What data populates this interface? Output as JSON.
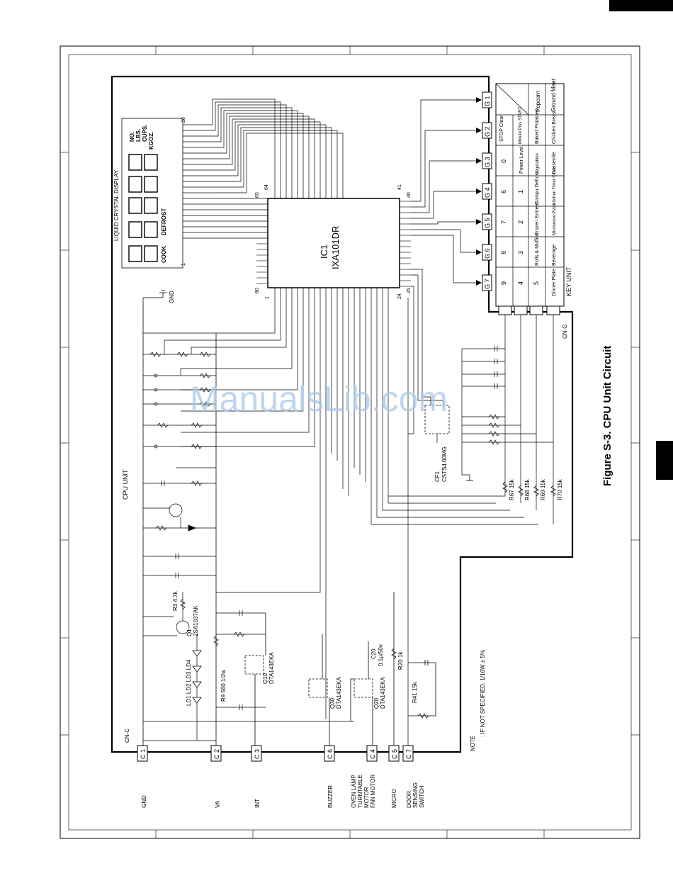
{
  "figure_title": "Figure S-3. CPU Unit Circuit",
  "watermark": "ManualsLib.com",
  "note": {
    "heading": "NOTE",
    "text": ": IF NOT SPECIFIED, 1/16W ± 5%"
  },
  "board_labels": {
    "cpu_unit": "CPU UNIT",
    "key_unit": "KEY UNIT",
    "lcd": "LIQUID CRYSTAL DISPLAY",
    "gnd": "GND",
    "cn_c": "CN-C",
    "cn_g": "CN-G"
  },
  "ic": {
    "ref": "IC1",
    "part": "IXA101DR",
    "pin_1": "1",
    "pin_80": "80",
    "pin_65": "65",
    "pin_64": "64",
    "pin_41": "41",
    "pin_40": "40",
    "pin_25": "25",
    "pin_24": "24"
  },
  "lcd_segments": {
    "units": [
      "NO.",
      "LBS.",
      "CUPS.",
      "KGOZ."
    ],
    "cook": "COOK",
    "defrost": "DEFROST",
    "pin_26": "26",
    "pin_1": "1"
  },
  "connectors_c": [
    {
      "pin": "C 1",
      "label": "GND"
    },
    {
      "pin": "C 2",
      "label": "VA"
    },
    {
      "pin": "C 3",
      "label": "INT"
    },
    {
      "pin": "C 6",
      "label": "BUZZER"
    },
    {
      "pin": "C 4",
      "label": "OVEN LAMP TURNTABLE MOTOR FAN MOTOR"
    },
    {
      "pin": "C 5",
      "label": "MICRO"
    },
    {
      "pin": "C 7",
      "label": "DOOR SENSING SWITCH"
    }
  ],
  "connectors_g": [
    "G 1",
    "G 2",
    "G 3",
    "G 4",
    "G 5",
    "G 6",
    "G 7"
  ],
  "components": {
    "q1": "Q1",
    "q1_part": "2SA1037AK",
    "r3": "R3 4.7k",
    "leds": "LD1 LD2 LD3 LD4",
    "r9": "R9 560 1/2w",
    "q10": "Q10",
    "q10_part": "DTA143EKA",
    "q30": "Q30",
    "q30_part": "DTA143EKA",
    "q20": "Q20",
    "q20_part": "DTA143EKA",
    "c20": "C20",
    "c20_val": "0.1μ/50v",
    "r20": "R20 1k",
    "r41": "R41 15k",
    "cf1": "CF1",
    "cf1_part": "CSTS4.00MG",
    "r67": "R67 15k",
    "r68": "R68 15k",
    "r69": "R69 15k",
    "r70": "R70 15k"
  },
  "key_matrix": [
    [
      "Popcorn",
      "Ground Meat"
    ],
    [
      "STOP Clear",
      "Minute Plus START",
      "Baked Potatoes",
      "Chicken Breast"
    ],
    [
      "0",
      "Power Level",
      "Vegetables",
      "Casserole"
    ],
    [
      "6",
      "1",
      "Compu Defrost",
      "Kitchen Timer Clock"
    ],
    [
      "7",
      "2",
      "Frozen Entrees",
      "Microwave Pizza"
    ],
    [
      "8",
      "3",
      "Rolls & Muffins",
      "Beverage"
    ],
    [
      "9",
      "4",
      "5",
      "Dinner Plate"
    ]
  ]
}
